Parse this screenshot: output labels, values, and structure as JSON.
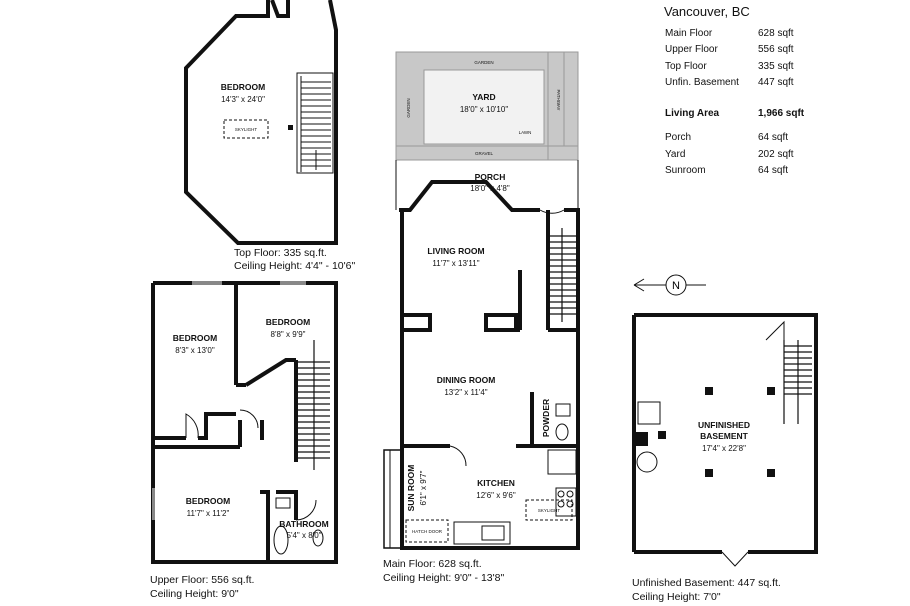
{
  "summary": {
    "city": "Vancouver, BC",
    "rows": [
      {
        "label": "Main Floor",
        "value": "628 sqft"
      },
      {
        "label": "Upper Floor",
        "value": "556 sqft"
      },
      {
        "label": "Top Floor",
        "value": "335 sqft"
      },
      {
        "label": "Unfin. Basement",
        "value": "447 sqft"
      }
    ],
    "living": {
      "label": "Living Area",
      "value": "1,966 sqft"
    },
    "extras": [
      {
        "label": "Porch",
        "value": "64 sqft"
      },
      {
        "label": "Yard",
        "value": "202 sqft"
      },
      {
        "label": "Sunroom",
        "value": "64 sqft"
      }
    ]
  },
  "compass": {
    "label": "N"
  },
  "floors": {
    "top": {
      "caption_area": "Top Floor: 335 sq.ft.",
      "caption_ceiling": "Ceiling Height: 4'4\" - 10'6\"",
      "bedroom": {
        "name": "BEDROOM",
        "dim": "14'3\" x 24'0\""
      },
      "skylight": "SKYLIGHT"
    },
    "upper": {
      "caption_area": "Upper Floor: 556 sq.ft.",
      "caption_ceiling": "Ceiling Height: 9'0\"",
      "bedroom1": {
        "name": "BEDROOM",
        "dim": "8'3\" x 13'0\""
      },
      "bedroom2": {
        "name": "BEDROOM",
        "dim": "8'8\" x 9'9\""
      },
      "bedroom3": {
        "name": "BEDROOM",
        "dim": "11'7\" x 11'2\""
      },
      "bathroom": {
        "name": "BATHROOM",
        "dim": "5'4\" x 8'0\""
      }
    },
    "main": {
      "caption_area": "Main Floor: 628 sq.ft.",
      "caption_ceiling": "Ceiling Height: 9'0\" - 13'8\"",
      "yard": {
        "name": "YARD",
        "dim": "18'0\" x 10'10\""
      },
      "garden": "GARDEN",
      "gravel": "GRAVEL",
      "pathway": "PATHWAY",
      "lawn": "LAWN",
      "porch": {
        "name": "PORCH",
        "dim": "18'0\" x 4'8\""
      },
      "living": {
        "name": "LIVING ROOM",
        "dim": "11'7\" x 13'11\""
      },
      "dining": {
        "name": "DINING ROOM",
        "dim": "13'2\" x 11'4\""
      },
      "powder": {
        "name": "POWDER"
      },
      "kitchen": {
        "name": "KITCHEN",
        "dim": "12'6\" x 9'6\""
      },
      "sunroom": {
        "name": "SUN ROOM",
        "dim": "6'1\" x 9'7\""
      },
      "hatch": "HATCH DOOR",
      "skylight": "SKYLIGHT"
    },
    "basement": {
      "caption_area": "Unfinished Basement: 447 sq.ft.",
      "caption_ceiling": "Ceiling Height: 7'0\"",
      "room": {
        "name": "UNFINISHED",
        "name2": "BASEMENT",
        "dim": "17'4\" x 22'8\""
      }
    }
  }
}
